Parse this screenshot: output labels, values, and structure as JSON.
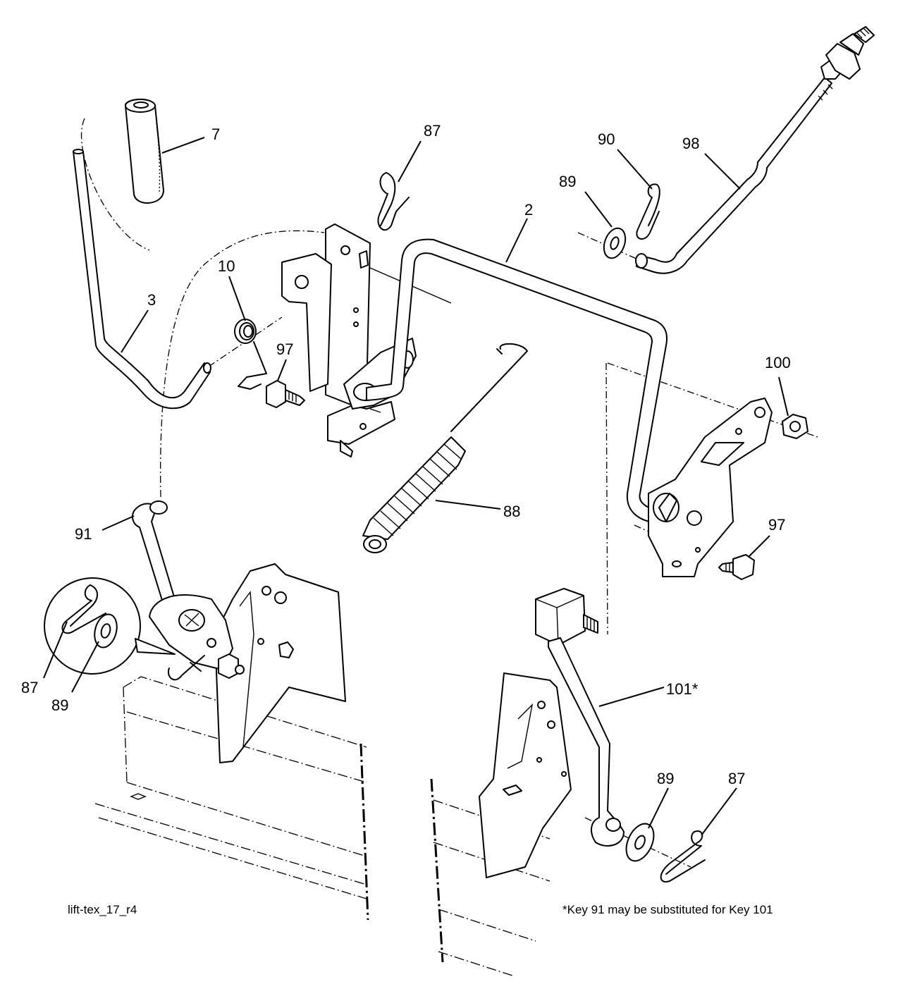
{
  "labels": {
    "k7": "7",
    "k87_top": "87",
    "k90": "90",
    "k98": "98",
    "k89_top": "89",
    "k2": "2",
    "k10": "10",
    "k3": "3",
    "k97_left": "97",
    "k100": "100",
    "k97_right": "97",
    "k91": "91",
    "k88": "88",
    "k101": "101*",
    "k87_left": "87",
    "k89_left": "89",
    "k89_bottom": "89",
    "k87_bottom": "87"
  },
  "footer": {
    "drawing_id": "lift-tex_17_r4",
    "note": "*Key 91 may be substituted for Key 101"
  }
}
